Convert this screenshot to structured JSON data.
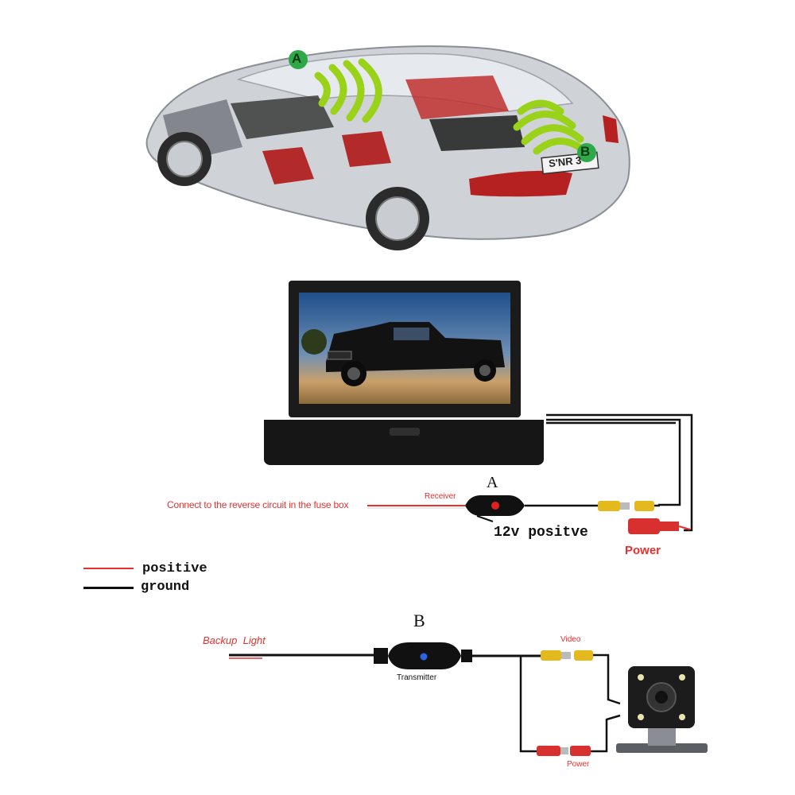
{
  "colors": {
    "positive": "#e53030",
    "ground": "#111111",
    "wave": "#9ad21a",
    "marker": "#2fa84a"
  },
  "car": {
    "marker_a": "A",
    "marker_b": "B",
    "plate": "S'NR 3"
  },
  "receiver_section": {
    "label_a": "A",
    "fuse_box_note": "Connect to the reverse circuit in the fuse box",
    "receiver_label": "Receiver",
    "positive_note": "12v positve",
    "power_label": "Power"
  },
  "legend": {
    "positive": "positive",
    "ground": "ground"
  },
  "transmitter_section": {
    "label_b": "B",
    "backup_light_label": "Backup  Light",
    "transmitter_label": "Transmitter",
    "video_label": "Video",
    "power_label": "Power"
  }
}
